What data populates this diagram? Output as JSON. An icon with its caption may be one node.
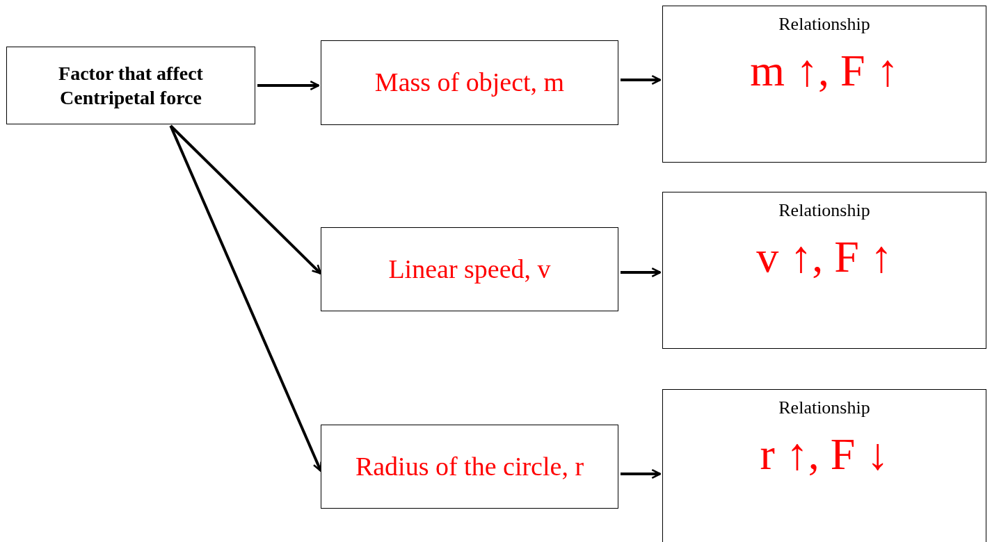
{
  "diagram": {
    "nodes": [
      {
        "text": [
          "Factor that affect Centripetal force"
        ]
      },
      {
        "text": [
          "Mass of object, m"
        ]
      },
      {
        "text": [
          "Relationship",
          "m ↑, F ↑"
        ]
      },
      {
        "text": [
          "Linear speed, v"
        ]
      },
      {
        "text": [
          "Relationship",
          "v ↑, F ↑"
        ]
      },
      {
        "text": [
          "Radius of the circle, r"
        ]
      },
      {
        "text": [
          "Relationship",
          "r ↑, F ↓"
        ]
      }
    ],
    "edges": [
      {
        "from": 0,
        "to": 1,
        "arrow": "to"
      },
      {
        "from": 0,
        "to": 3,
        "arrow": "to"
      },
      {
        "from": 0,
        "to": 5,
        "arrow": "to"
      },
      {
        "from": 1,
        "to": 2,
        "arrow": "to"
      },
      {
        "from": 3,
        "to": 4,
        "arrow": "to"
      },
      {
        "from": 5,
        "to": 6,
        "arrow": "to"
      }
    ]
  }
}
